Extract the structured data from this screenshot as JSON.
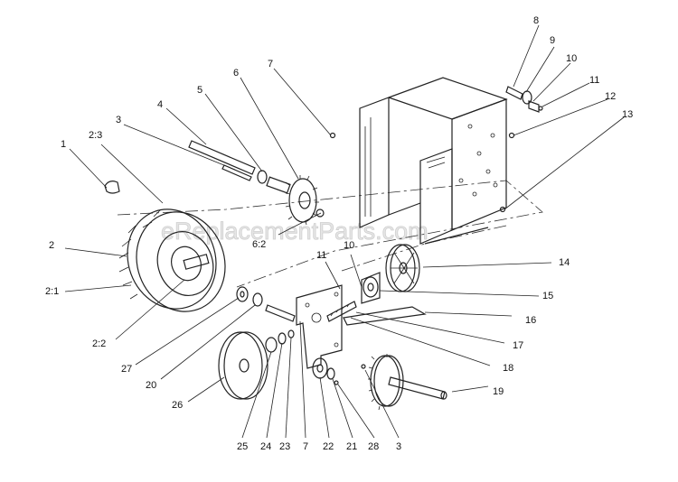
{
  "watermark": "eReplacementParts.com",
  "callouts": [
    {
      "id": "1",
      "text": "1"
    },
    {
      "id": "2-3",
      "text": "2:3"
    },
    {
      "id": "3-top",
      "text": "3"
    },
    {
      "id": "4",
      "text": "4"
    },
    {
      "id": "5",
      "text": "5"
    },
    {
      "id": "6",
      "text": "6"
    },
    {
      "id": "7-top",
      "text": "7"
    },
    {
      "id": "8",
      "text": "8"
    },
    {
      "id": "9",
      "text": "9"
    },
    {
      "id": "10-top",
      "text": "10"
    },
    {
      "id": "11-top",
      "text": "11"
    },
    {
      "id": "12",
      "text": "12"
    },
    {
      "id": "13",
      "text": "13"
    },
    {
      "id": "6-2",
      "text": "6:2"
    },
    {
      "id": "2",
      "text": "2"
    },
    {
      "id": "11-mid",
      "text": "11"
    },
    {
      "id": "10-mid",
      "text": "10"
    },
    {
      "id": "14",
      "text": "14"
    },
    {
      "id": "2-1",
      "text": "2:1"
    },
    {
      "id": "15",
      "text": "15"
    },
    {
      "id": "16",
      "text": "16"
    },
    {
      "id": "2-2",
      "text": "2:2"
    },
    {
      "id": "17",
      "text": "17"
    },
    {
      "id": "27",
      "text": "27"
    },
    {
      "id": "18",
      "text": "18"
    },
    {
      "id": "20",
      "text": "20"
    },
    {
      "id": "19",
      "text": "19"
    },
    {
      "id": "26",
      "text": "26"
    },
    {
      "id": "25",
      "text": "25"
    },
    {
      "id": "24",
      "text": "24"
    },
    {
      "id": "23",
      "text": "23"
    },
    {
      "id": "7-bottom",
      "text": "7"
    },
    {
      "id": "22",
      "text": "22"
    },
    {
      "id": "21",
      "text": "21"
    },
    {
      "id": "28",
      "text": "28"
    },
    {
      "id": "3-bottom",
      "text": "3"
    }
  ]
}
